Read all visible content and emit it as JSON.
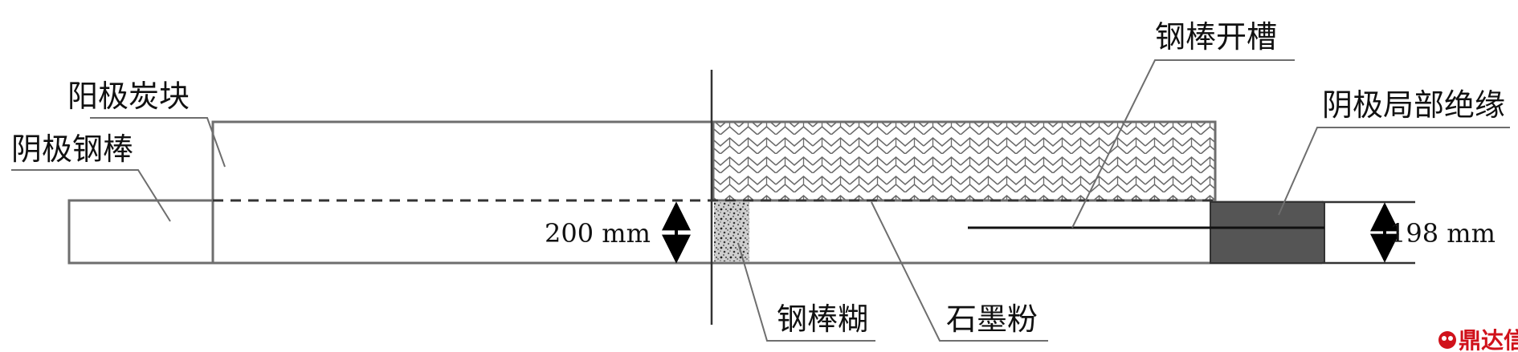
{
  "labels": {
    "cathode_rod": "阴极钢棒",
    "anode_block": "阳极炭块",
    "rod_slot": "钢棒开槽",
    "cathode_insulation": "阴极局部绝缘",
    "rod_paste": "钢棒糊",
    "graphite_powder": "石墨粉"
  },
  "dimensions": {
    "left": "200 mm",
    "right": "198 mm"
  },
  "logo": {
    "text": "鼎达信"
  },
  "colors": {
    "line": "#6e6e6e",
    "insulation": "#555555",
    "logo": "#d0121b"
  }
}
